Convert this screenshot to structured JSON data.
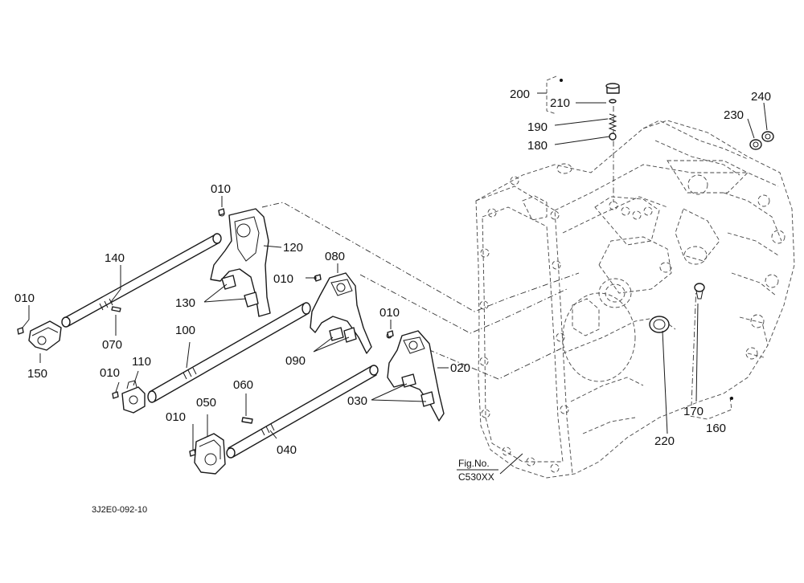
{
  "diagram_code": "3J2E0-092-10",
  "figure_reference": {
    "line1": "Fig.No.",
    "line2": "C530XX"
  },
  "parts": {
    "p010a": "010",
    "p010b": "010",
    "p010c": "010",
    "p010d": "010",
    "p010e": "010",
    "p010f": "010",
    "p020": "020",
    "p030": "030",
    "p040": "040",
    "p050": "050",
    "p060": "060",
    "p070": "070",
    "p080": "080",
    "p090": "090",
    "p100": "100",
    "p110": "110",
    "p120": "120",
    "p130": "130",
    "p140": "140",
    "p150": "150",
    "p160": "160",
    "p170": "170",
    "p180": "180",
    "p190": "190",
    "p200": "200",
    "p210": "210",
    "p220": "220",
    "p230": "230",
    "p240": "240"
  },
  "colors": {
    "line": "#1a1a1a",
    "background": "#ffffff"
  }
}
